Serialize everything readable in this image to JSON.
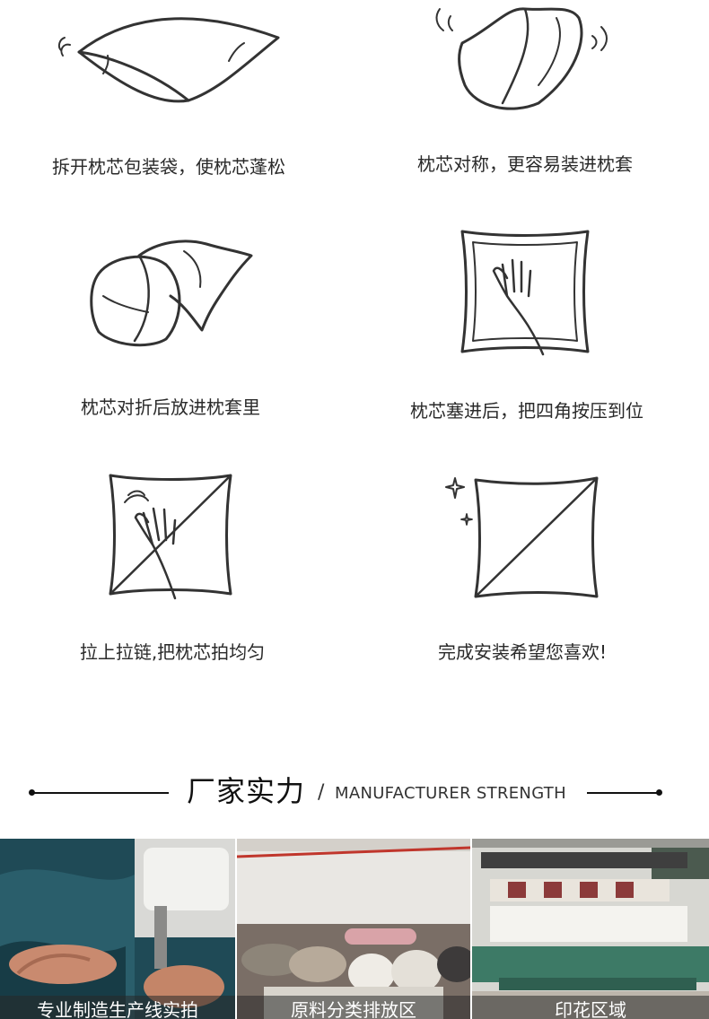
{
  "steps": [
    {
      "caption": "拆开枕芯包装袋，使枕芯蓬松",
      "icon": "fluff-pillow-icon"
    },
    {
      "caption": "枕芯对称，更容易装进枕套",
      "icon": "fold-pillow-icon"
    },
    {
      "caption": "枕芯对折后放进枕套里",
      "icon": "insert-pillow-icon"
    },
    {
      "caption": "枕芯塞进后，把四角按压到位",
      "icon": "press-corners-icon"
    },
    {
      "caption": "拉上拉链,把枕芯拍均匀",
      "icon": "pat-pillow-icon"
    },
    {
      "caption": "完成安装希望您喜欢!",
      "icon": "finished-pillow-icon"
    }
  ],
  "section": {
    "title_zh": "厂家实力",
    "separator": "/",
    "title_en": "MANUFACTURER STRENGTH"
  },
  "photos": [
    {
      "label": "专业制造生产线实拍",
      "icon": "sewing-machine-photo"
    },
    {
      "label": "原料分类排放区",
      "icon": "fabric-rolls-photo"
    },
    {
      "label": "印花区域",
      "icon": "printing-machine-photo"
    }
  ],
  "colors": {
    "ink": "#333333",
    "heading": "#111111"
  }
}
